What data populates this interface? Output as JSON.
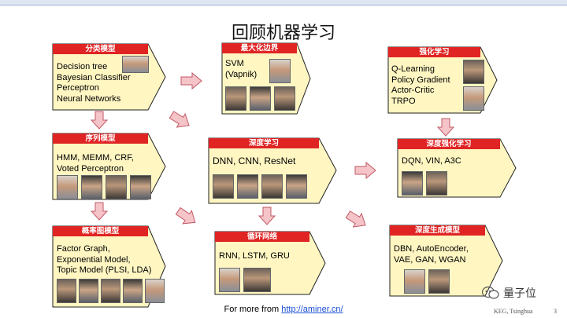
{
  "title": "回顾机器学习",
  "cards": {
    "classification": {
      "heading": "分类模型",
      "lines": [
        "Decision tree",
        "Bayesian Classifier",
        "Perceptron",
        "Neural Networks"
      ]
    },
    "max_margin": {
      "heading": "最大化边界",
      "lines": [
        "SVM",
        "(Vapnik)"
      ]
    },
    "reinforcement": {
      "heading": "强化学习",
      "lines": [
        "Q-Learning",
        "Policy Gradient",
        "Actor-Critic",
        "TRPO"
      ]
    },
    "sequence": {
      "heading": "序列模型",
      "lines": [
        "HMM, MEMM, CRF,",
        "Voted Perceptron"
      ]
    },
    "deep": {
      "heading": "深度学习",
      "lines": [
        "DNN, CNN, ResNet"
      ]
    },
    "deep_rl": {
      "heading": "深度强化学习",
      "lines": [
        "DQN, VIN, A3C"
      ]
    },
    "graphical": {
      "heading": "概率图模型",
      "lines": [
        "Factor Graph,",
        "Exponential Model,",
        "Topic Model (PLSI, LDA)"
      ]
    },
    "recurrent": {
      "heading": "循环网络",
      "lines": [
        "RNN, LSTM, GRU"
      ]
    },
    "generative": {
      "heading": "深度生成模型",
      "lines": [
        "DBN, AutoEncoder,",
        "VAE, GAN, WGAN"
      ]
    }
  },
  "footer": {
    "prefix": "For more from ",
    "link": "http://aminer.cn/"
  },
  "brand": "量子位",
  "affiliation": "KEG, Tsinghua",
  "page_number": "3",
  "colors": {
    "header": "#e02424",
    "card_fill": "#fff6c2",
    "arrow_fill": "#f5c4c8",
    "arrow_stroke": "#c05a66"
  }
}
